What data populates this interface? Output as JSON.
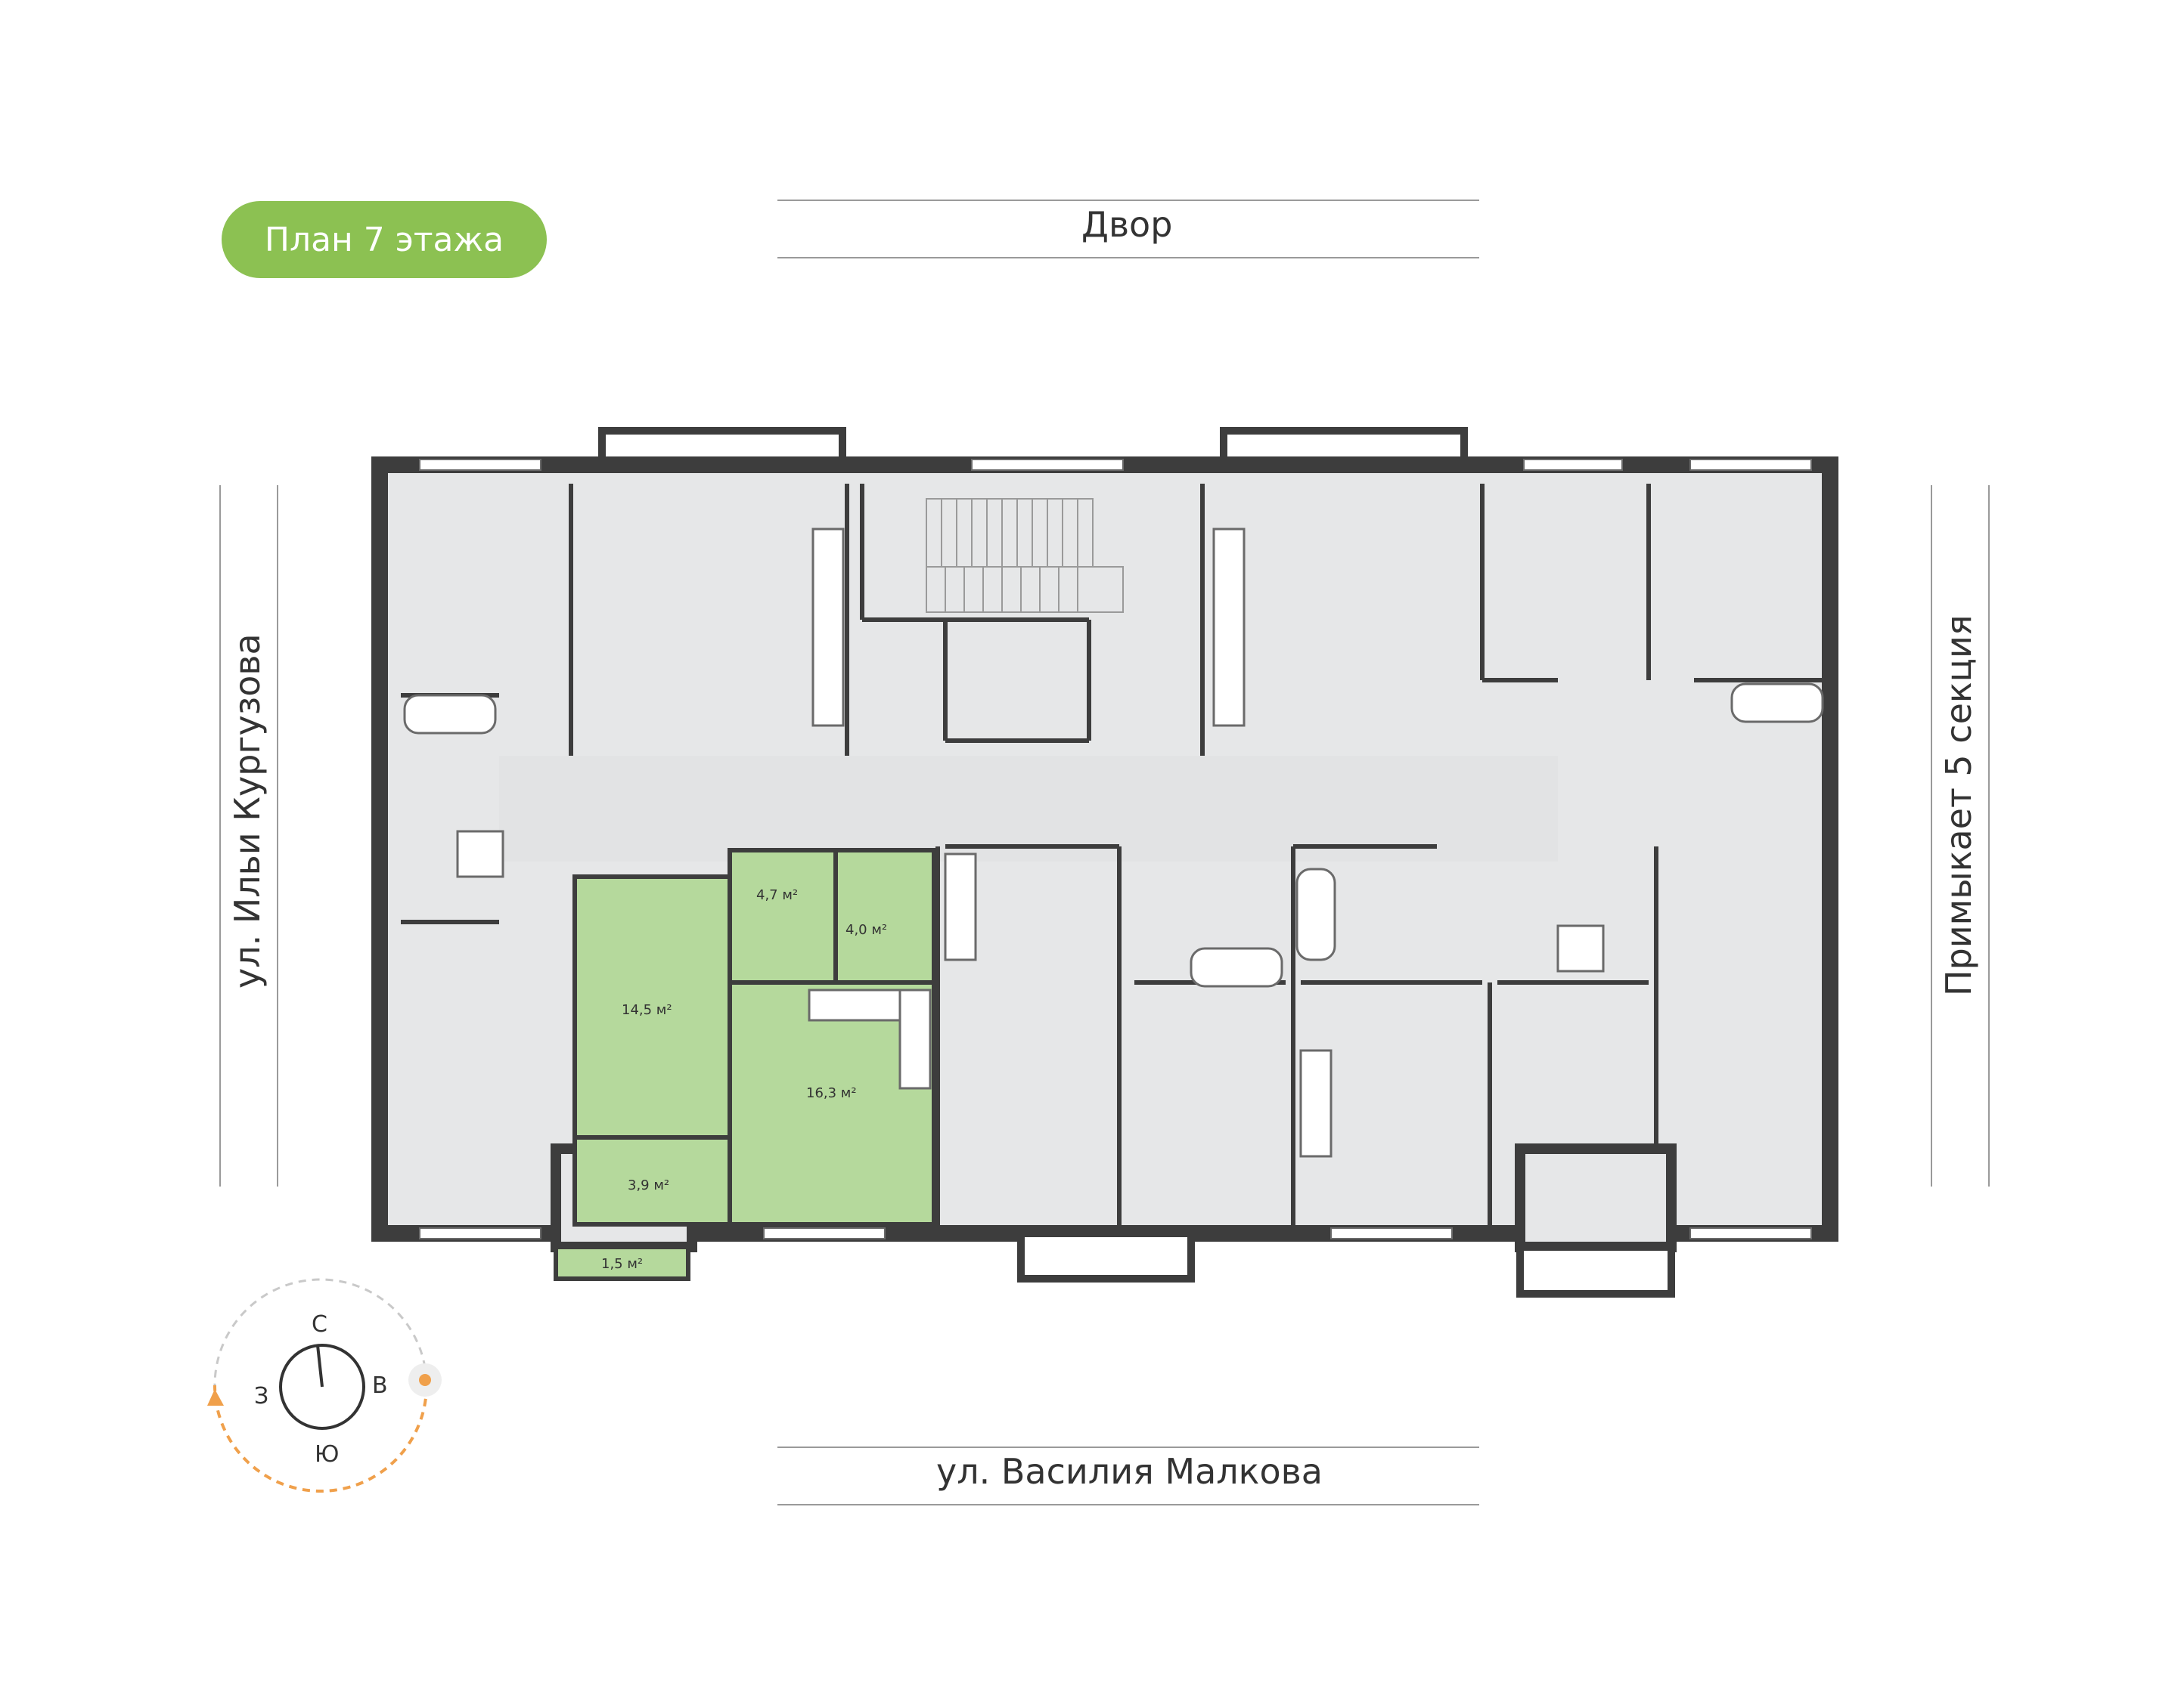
{
  "floor_label": "План 7 этажа",
  "streets": {
    "top": "Двор",
    "bottom": "ул. Василия Малкова",
    "left": "ул. Ильи Кургузова",
    "right": "Примыкает 5 секция"
  },
  "apartment": {
    "highlight_color": "#b5d99c",
    "rooms": [
      {
        "name": "room",
        "area": "14,5 м²"
      },
      {
        "name": "hall",
        "area": "4,7 м²"
      },
      {
        "name": "bathroom",
        "area": "4,0 м²"
      },
      {
        "name": "kitchen",
        "area": "16,3 м²"
      },
      {
        "name": "loggia",
        "area": "3,9 м²"
      },
      {
        "name": "balcony",
        "area": "1,5 м²"
      }
    ]
  },
  "compass": {
    "north": "С",
    "south": "Ю",
    "east": "В",
    "west": "З"
  },
  "colors": {
    "wall": "#3d3d3d",
    "room": "#e6e7e8",
    "badge": "#8cc152",
    "sun": "#f0a04b"
  }
}
